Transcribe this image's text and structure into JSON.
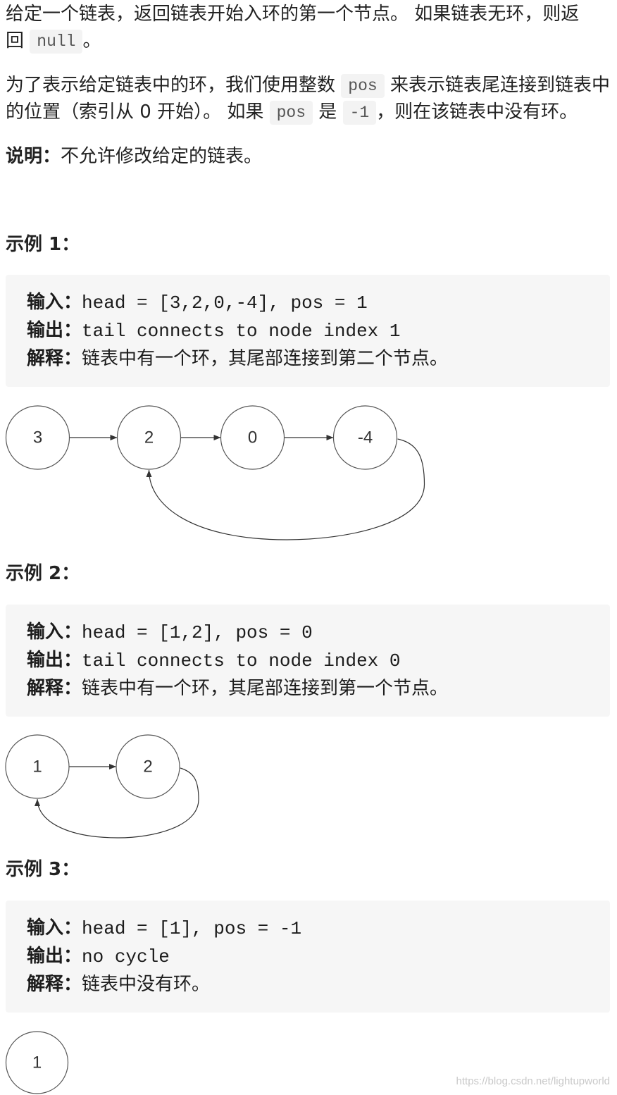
{
  "problem": {
    "intro": {
      "line1": "给定一个链表，返回链表开始入环的第一个节点。 如果链表无环，则返",
      "line2_text": "回 ",
      "line2_code": "null",
      "line2_end": "。"
    },
    "pos_note": {
      "line1_text": "为了表示给定链表中的环，我们使用整数 ",
      "line1_code": "pos",
      "line1_end": " 来表示链表尾连接到链表中",
      "line2_text": "的位置（索引从 0 开始）。 如果 ",
      "line2_code1": "pos",
      "line2_mid": " 是 ",
      "line2_code2": "-1",
      "line2_end": "，则在该链表中没有环。"
    },
    "note": {
      "label": "说明：",
      "text": "不允许修改给定的链表。"
    }
  },
  "examples": [
    {
      "heading": "示例 1：",
      "input_label": "输入：",
      "input": "head = [3,2,0,-4], pos = 1",
      "output_label": "输出：",
      "output": "tail connects to node index 1",
      "explanation_label": "解释：",
      "explanation": "链表中有一个环，其尾部连接到第二个节点。",
      "diagram": {
        "nodes": [
          "3",
          "2",
          "0",
          "-4"
        ],
        "cycle_to_index": 1
      }
    },
    {
      "heading": "示例 2：",
      "input_label": "输入：",
      "input": "head = [1,2], pos = 0",
      "output_label": "输出：",
      "output": "tail connects to node index 0",
      "explanation_label": "解释：",
      "explanation": "链表中有一个环，其尾部连接到第一个节点。",
      "diagram": {
        "nodes": [
          "1",
          "2"
        ],
        "cycle_to_index": 0
      }
    },
    {
      "heading": "示例 3：",
      "input_label": "输入：",
      "input": "head = [1], pos = -1",
      "output_label": "输出：",
      "output": "no cycle",
      "explanation_label": "解释：",
      "explanation": "链表中没有环。",
      "diagram": {
        "nodes": [
          "1"
        ],
        "cycle_to_index": -1
      }
    }
  ],
  "watermark": "https://blog.csdn.net/lightupworld"
}
